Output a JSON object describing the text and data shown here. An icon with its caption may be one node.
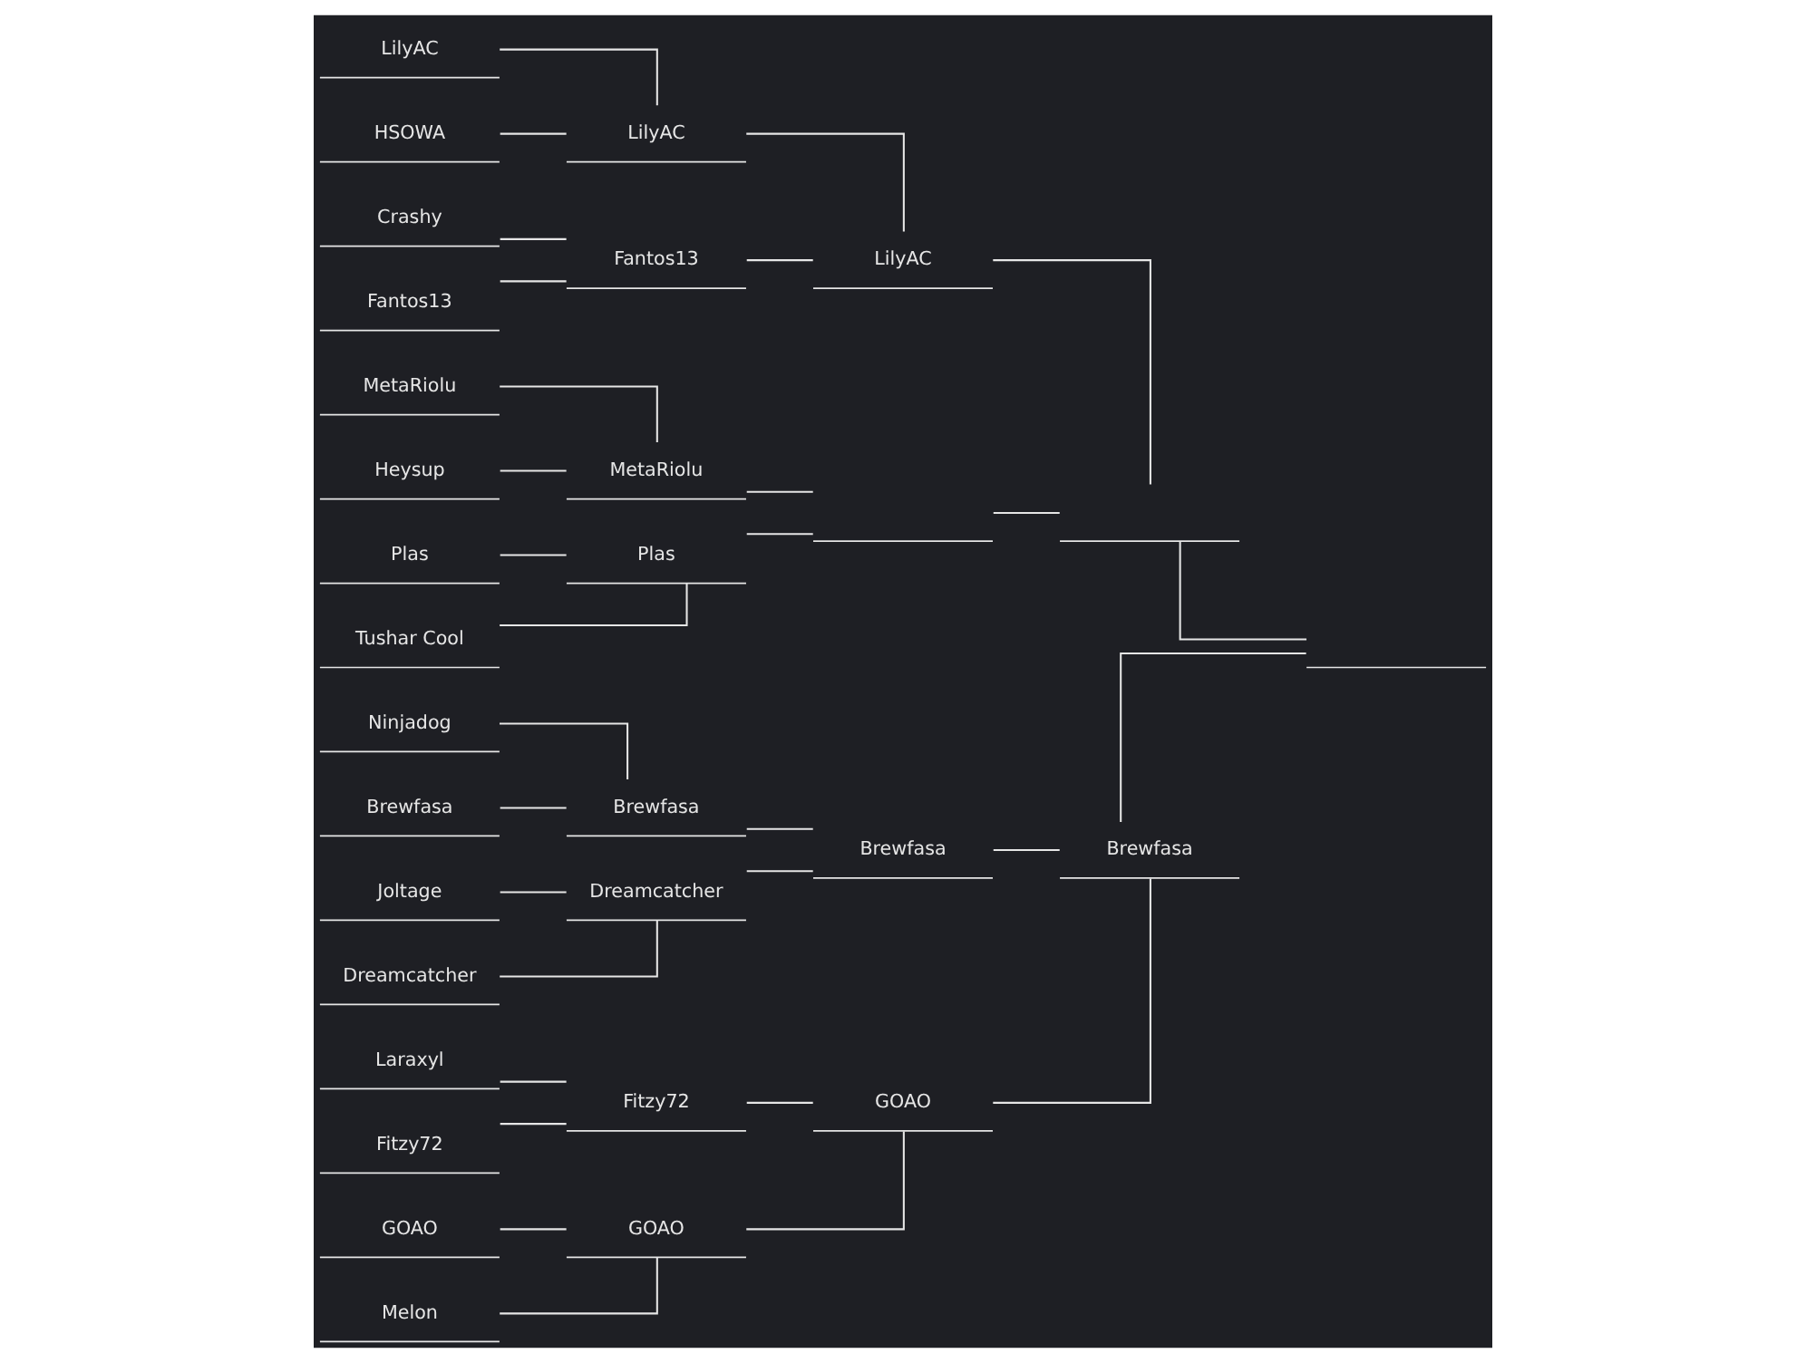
{
  "diagram": {
    "nodes": [
      {
        "text": [
          "LilyAC"
        ]
      },
      {
        "text": [
          "HSOWA"
        ]
      },
      {
        "text": [
          "Crashy"
        ]
      },
      {
        "text": [
          "Fantos13"
        ]
      },
      {
        "text": [
          "MetaRiolu"
        ]
      },
      {
        "text": [
          "Heysup"
        ]
      },
      {
        "text": [
          "Plas"
        ]
      },
      {
        "text": [
          "Tushar Cool"
        ]
      },
      {
        "text": [
          "Ninjadog"
        ]
      },
      {
        "text": [
          "Brewfasa"
        ]
      },
      {
        "text": [
          "Joltage"
        ]
      },
      {
        "text": [
          "Dreamcatcher"
        ]
      },
      {
        "text": [
          "Laraxyl"
        ]
      },
      {
        "text": [
          "Fitzy72"
        ]
      },
      {
        "text": [
          "GOAO"
        ]
      },
      {
        "text": [
          "Melon"
        ]
      },
      {
        "text": [
          "LilyAC"
        ]
      },
      {
        "text": [
          "Fantos13"
        ]
      },
      {
        "text": [
          "MetaRiolu"
        ]
      },
      {
        "text": [
          "Plas"
        ]
      },
      {
        "text": [
          "Brewfasa"
        ]
      },
      {
        "text": [
          "Dreamcatcher"
        ]
      },
      {
        "text": [
          "Fitzy72"
        ]
      },
      {
        "text": [
          "GOAO"
        ]
      },
      {
        "text": [
          "LilyAC"
        ]
      },
      {
        "text": [],
        "shape": "bar"
      },
      {
        "text": [
          "Brewfasa"
        ]
      },
      {
        "text": [
          "GOAO"
        ]
      },
      {
        "text": [],
        "shape": "bar"
      },
      {
        "text": [
          "Brewfasa"
        ]
      },
      {
        "text": [],
        "shape": "bar"
      }
    ],
    "edges": [
      {
        "from": 0,
        "to": 16,
        "arrow": "none"
      },
      {
        "from": 1,
        "to": 16,
        "arrow": "none"
      },
      {
        "from": 2,
        "to": 17,
        "arrow": "none"
      },
      {
        "from": 3,
        "to": 17,
        "arrow": "none"
      },
      {
        "from": 4,
        "to": 18,
        "arrow": "none"
      },
      {
        "from": 5,
        "to": 18,
        "arrow": "none"
      },
      {
        "from": 6,
        "to": 19,
        "arrow": "none"
      },
      {
        "from": 7,
        "to": 19,
        "arrow": "none"
      },
      {
        "from": 8,
        "to": 20,
        "arrow": "none"
      },
      {
        "from": 9,
        "to": 20,
        "arrow": "none"
      },
      {
        "from": 10,
        "to": 21,
        "arrow": "none"
      },
      {
        "from": 11,
        "to": 21,
        "arrow": "none"
      },
      {
        "from": 12,
        "to": 22,
        "arrow": "none"
      },
      {
        "from": 13,
        "to": 22,
        "arrow": "none"
      },
      {
        "from": 14,
        "to": 23,
        "arrow": "none"
      },
      {
        "from": 15,
        "to": 23,
        "arrow": "none"
      },
      {
        "from": 16,
        "to": 24,
        "arrow": "none"
      },
      {
        "from": 17,
        "to": 24,
        "arrow": "none"
      },
      {
        "from": 18,
        "to": 25,
        "arrow": "none"
      },
      {
        "from": 19,
        "to": 25,
        "arrow": "none"
      },
      {
        "from": 20,
        "to": 26,
        "arrow": "none"
      },
      {
        "from": 21,
        "to": 26,
        "arrow": "none"
      },
      {
        "from": 22,
        "to": 27,
        "arrow": "none"
      },
      {
        "from": 23,
        "to": 27,
        "arrow": "none"
      },
      {
        "from": 24,
        "to": 28,
        "arrow": "none"
      },
      {
        "from": 25,
        "to": 28,
        "arrow": "none"
      },
      {
        "from": 26,
        "to": 29,
        "arrow": "none"
      },
      {
        "from": 27,
        "to": 29,
        "arrow": "none"
      },
      {
        "from": 28,
        "to": 30,
        "arrow": "none"
      },
      {
        "from": 29,
        "to": 30,
        "arrow": "none"
      }
    ]
  }
}
